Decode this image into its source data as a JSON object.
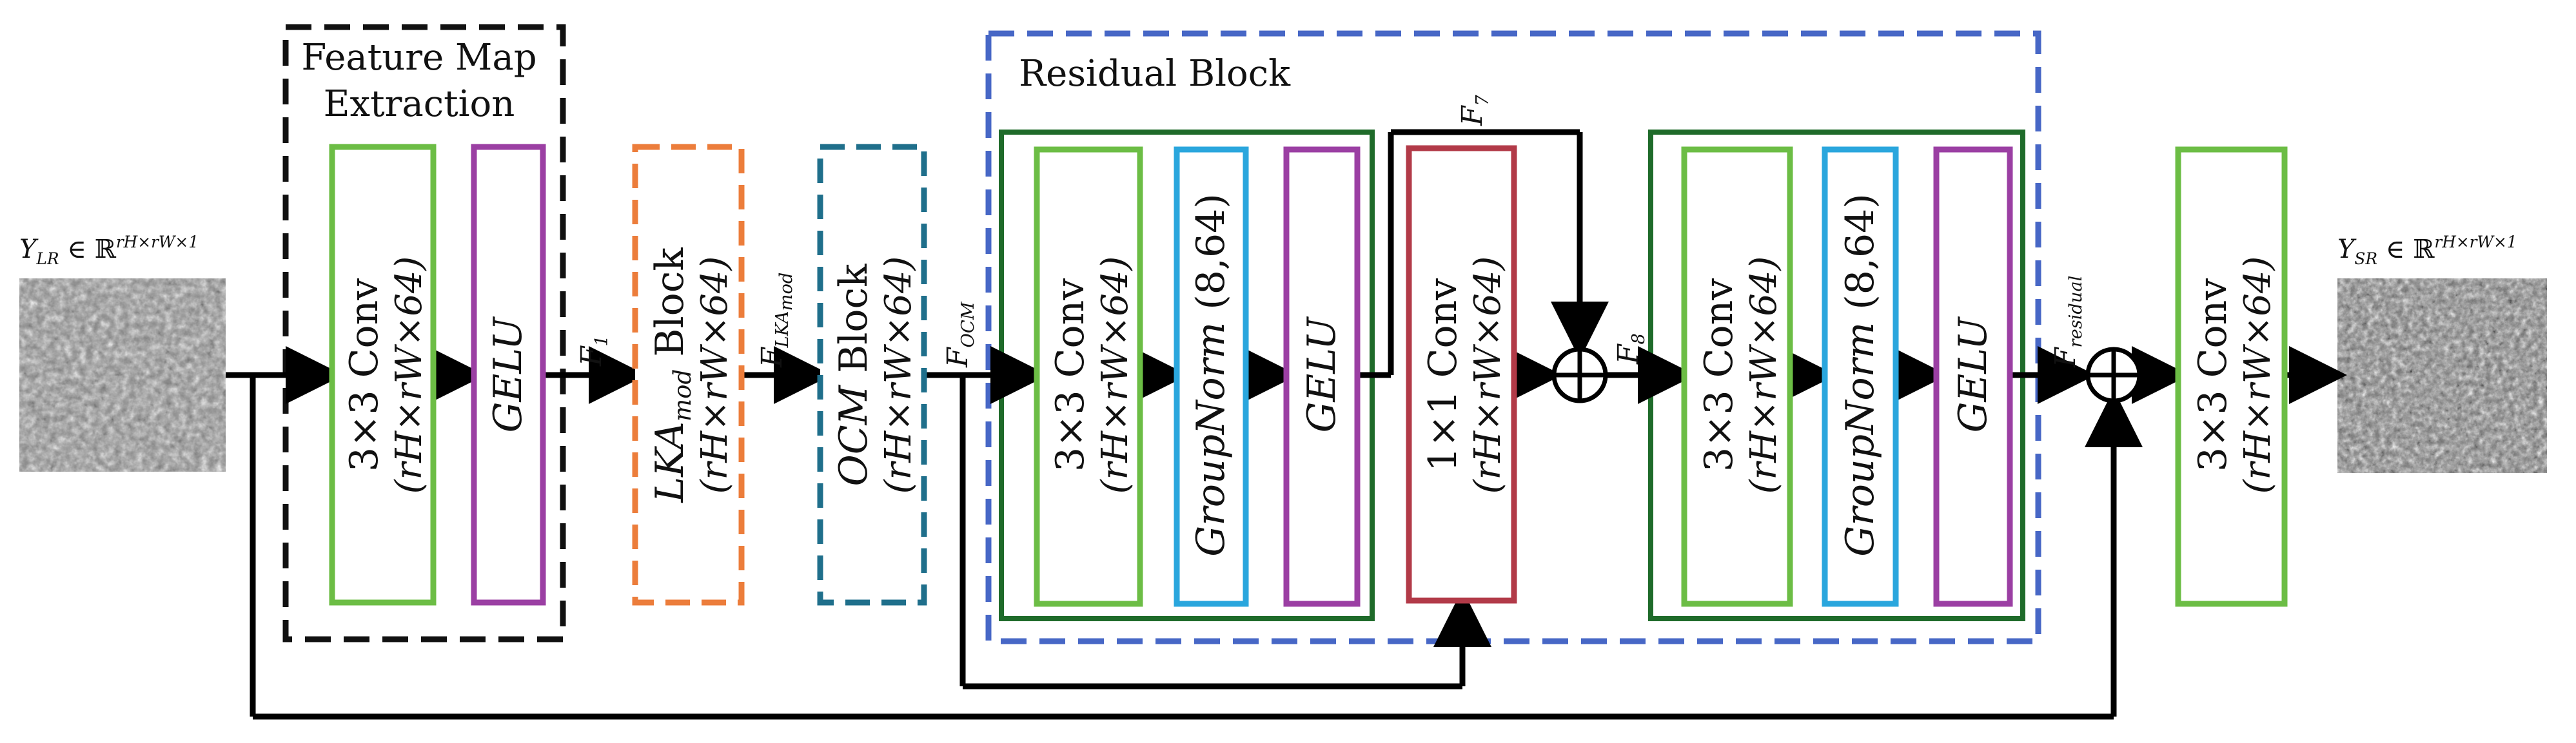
{
  "colors": {
    "line": "#000000",
    "conv": "#6cbd45",
    "gelu": "#9b3fa3",
    "groupnorm": "#2aa6dd",
    "conv1x1": "#b23a48",
    "lka": "#ec7d3b",
    "ocm": "#1f6f8b",
    "feature_group": "#111111",
    "residual_group": "#4767c6",
    "inner_group": "#1f6b2a"
  },
  "groups": {
    "feature_map_extraction": {
      "title_line1": "Feature Map",
      "title_line2": "Extraction"
    },
    "residual_block": {
      "title": "Residual Block"
    }
  },
  "blocks": {
    "fme_conv": {
      "line1": "3×3 Conv",
      "line2": "(rH×rW×64)"
    },
    "fme_gelu": {
      "line1": "GELU"
    },
    "lka": {
      "prefix": "LKA",
      "sub": "mod",
      "suffix": " Block",
      "line2": "(rH×rW×64)"
    },
    "ocm": {
      "prefix": "OCM",
      "suffix": " Block",
      "line2": "(rH×rW×64)"
    },
    "rb1_conv": {
      "line1": "3×3 Conv",
      "line2": "(rH×rW×64)"
    },
    "rb1_norm": {
      "name": "GroupNorm",
      "args": " (8,64)"
    },
    "rb1_gelu": {
      "line1": "GELU"
    },
    "conv1x1": {
      "line1": "1×1 Conv",
      "line2": "(rH×rW×64)"
    },
    "rb2_conv": {
      "line1": "3×3 Conv",
      "line2": "(rH×rW×64)"
    },
    "rb2_norm": {
      "name": "GroupNorm",
      "args": " (8,64)"
    },
    "rb2_gelu": {
      "line1": "GELU"
    },
    "final_conv": {
      "line1": "3×3 Conv",
      "line2": "(rH×rW×64)"
    }
  },
  "signals": {
    "f1": {
      "base": "F",
      "sub": "1"
    },
    "flka": {
      "base": "F",
      "sub": "LKA",
      "subsub": "mod"
    },
    "focm": {
      "base": "F",
      "sub": "OCM"
    },
    "f7": {
      "base": "F",
      "sub": "7"
    },
    "f8": {
      "base": "F",
      "sub": "8"
    },
    "fresidual": {
      "base": "F",
      "sub": "residual"
    }
  },
  "io": {
    "input": {
      "base": "Y",
      "sub": "LR",
      "rel": " ∈ ℝ",
      "sup": "rH×rW×1"
    },
    "output": {
      "base": "Y",
      "sub": "SR",
      "rel": " ∈ ℝ",
      "sup": "rH×rW×1"
    }
  },
  "icons": {
    "input_image": "grayscale-satellite-image-icon",
    "output_image": "grayscale-satellite-image-icon",
    "sum": "circle-plus-icon"
  }
}
